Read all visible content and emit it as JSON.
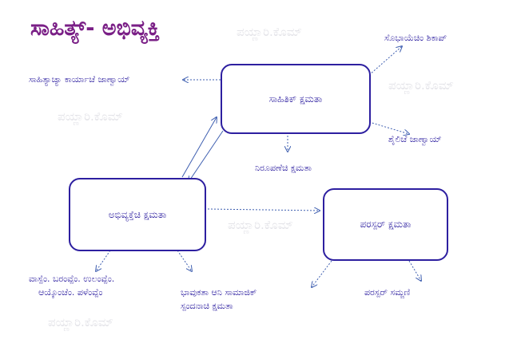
{
  "title": "ಸಾಹಿತ್ಯ್- ಅಭಿವ್ಯಕ್ತಿ",
  "watermark": "ಪಯ್ಣಾರಿ.ಕೊಮ್",
  "boxes": {
    "literary_ability": "ಸಾಹಿತಿಕ್ ಕ್ಷಮತಾ",
    "expression_ability": "ಅಭಿವ್ಯಕ್ತೆಚಿ ಕ್ಷಮತಾ",
    "mutual_ability": "ಪರಸ್ಪರ್ ಕ್ಷಮತಾ"
  },
  "labels": {
    "literary_works": "ಸಾಹಿತ್ಯಾಚ್ಯಾ ಕಾರ್ಯಾಚೆ ಜಾಣ್ವಾಯ್",
    "beauty_appreciation": "ಸೊಭಾಯೆಚಿಂ ಶಿಕಾಪ್",
    "style_knowledge": "ಶೈಲಿಚೆ ಜಾಣ್ವಾಯ್",
    "narration_ability": "ನಿರೂಪಣೆಚಿ ಕ್ಷಮತಾ",
    "forms_line1": "ವಾಸ್ಪೆಂ. ಬರಂವ್ಪೆಂ. ಉಲಂವ್ಪೆಂ.",
    "forms_line2": "ಆಯ್ಕೊಂಚೆಂ. ಪಳೆಂವ್ಪೆಂ",
    "emotional_line1": "ಭಾವುಕತಾ ಆನಿ ಸಾಮಾಜಿಕ್",
    "emotional_line2": "ಸ್ಪಂದನಾಚಿ ಕ್ಷಮತಾ",
    "mutual_understanding": "ಪರಸ್ಪರ್ ಸಮ್ಜಣಿ"
  },
  "colors": {
    "title": "#7a1f86",
    "box_border": "#2d1fa0",
    "arrow": "#3f5fb0",
    "watermark": "#e3e3e8"
  }
}
